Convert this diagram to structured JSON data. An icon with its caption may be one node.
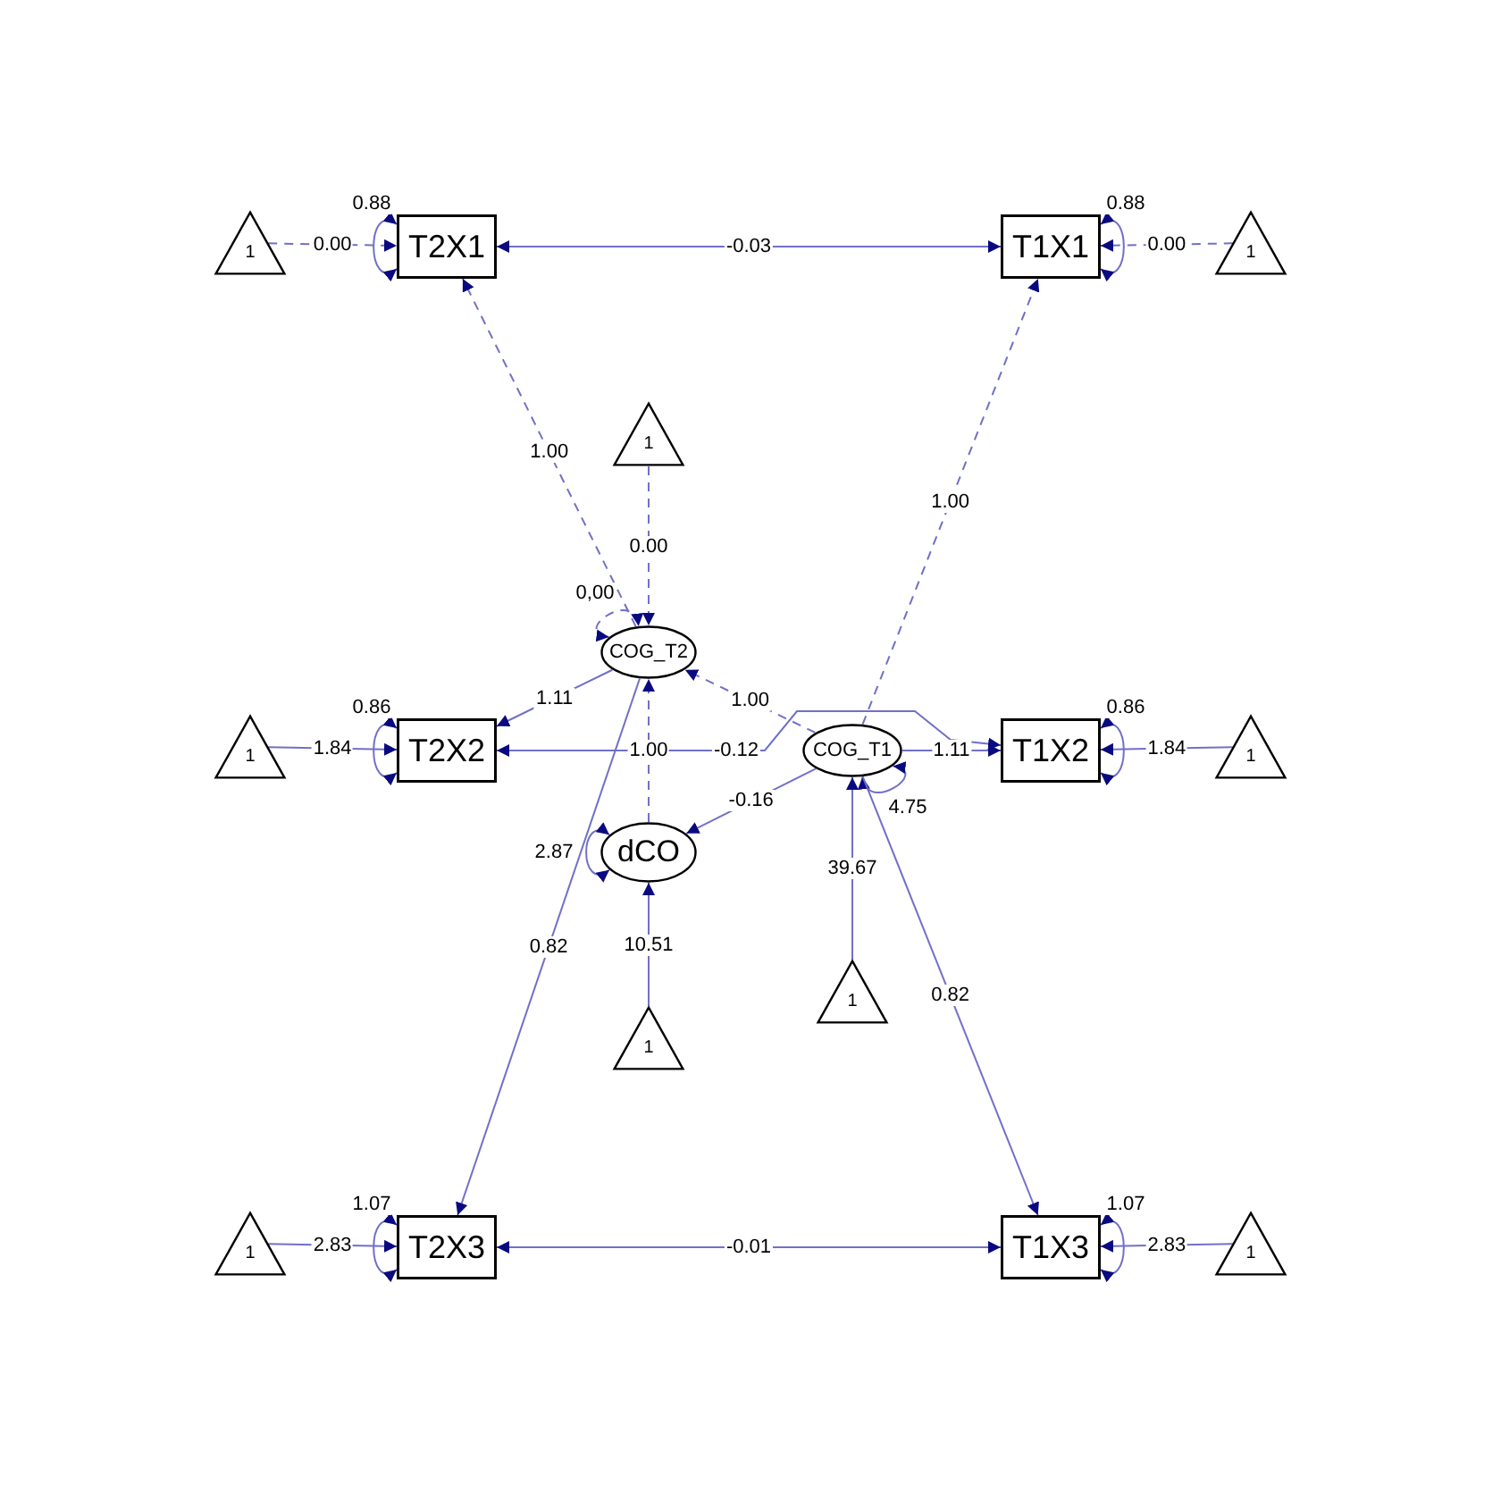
{
  "diagram": {
    "nodes": [
      {
        "text": [
          "1"
        ]
      },
      {
        "text": [
          "T2X1"
        ]
      },
      {
        "text": [
          "T1X1"
        ]
      },
      {
        "text": [
          "1"
        ]
      },
      {
        "text": [
          "1"
        ]
      },
      {
        "text": [
          "COG_T2"
        ]
      },
      {
        "text": [
          "1"
        ]
      },
      {
        "text": [
          "T2X2"
        ]
      },
      {
        "text": [
          "COG_T1"
        ]
      },
      {
        "text": [
          "T1X2"
        ]
      },
      {
        "text": [
          "1"
        ]
      },
      {
        "text": [
          "dCO"
        ]
      },
      {
        "text": [
          "1"
        ]
      },
      {
        "text": [
          "1"
        ]
      },
      {
        "text": [
          "1"
        ]
      },
      {
        "text": [
          "T2X3"
        ]
      },
      {
        "text": [
          "T1X3"
        ]
      },
      {
        "text": [
          "1"
        ]
      }
    ],
    "edges": [
      {
        "from": 0,
        "to": 1,
        "arrow": "to",
        "label": "0.00",
        "style": "dashed"
      },
      {
        "from": 1,
        "to": 1,
        "arrow": "both",
        "label": "0.88"
      },
      {
        "from": 1,
        "to": 2,
        "arrow": "both",
        "label": "-0.03"
      },
      {
        "from": 2,
        "to": 2,
        "arrow": "both",
        "label": "0.88"
      },
      {
        "from": 3,
        "to": 2,
        "arrow": "to",
        "label": "0.00",
        "style": "dashed"
      },
      {
        "from": 5,
        "to": 1,
        "arrow": "to",
        "label": "1.00",
        "style": "dashed"
      },
      {
        "from": 8,
        "to": 2,
        "arrow": "to",
        "label": "1.00",
        "style": "dashed"
      },
      {
        "from": 4,
        "to": 5,
        "arrow": "to",
        "label": "0.00",
        "style": "dashed"
      },
      {
        "from": 5,
        "to": 5,
        "arrow": "both",
        "label": "0,00",
        "style": "dashed"
      },
      {
        "from": 8,
        "to": 5,
        "arrow": "to",
        "label": "1.00",
        "style": "dashed"
      },
      {
        "from": 6,
        "to": 7,
        "arrow": "to",
        "label": "1.84"
      },
      {
        "from": 7,
        "to": 7,
        "arrow": "both",
        "label": "0.86"
      },
      {
        "from": 5,
        "to": 7,
        "arrow": "to",
        "label": "1.11"
      },
      {
        "from": 7,
        "to": 9,
        "arrow": "both",
        "label": "-0.12"
      },
      {
        "from": 11,
        "to": 5,
        "arrow": "to",
        "label": "1.00",
        "style": "dashed"
      },
      {
        "from": 8,
        "to": 9,
        "arrow": "to",
        "label": "1.11"
      },
      {
        "from": 9,
        "to": 9,
        "arrow": "both",
        "label": "0.86"
      },
      {
        "from": 10,
        "to": 9,
        "arrow": "to",
        "label": "1.84"
      },
      {
        "from": 8,
        "to": 11,
        "arrow": "to",
        "label": "-0.16"
      },
      {
        "from": 11,
        "to": 11,
        "arrow": "both",
        "label": "2.87"
      },
      {
        "from": 8,
        "to": 8,
        "arrow": "both",
        "label": "4.75"
      },
      {
        "from": 12,
        "to": 8,
        "arrow": "to",
        "label": "39.67"
      },
      {
        "from": 13,
        "to": 11,
        "arrow": "to",
        "label": "10.51"
      },
      {
        "from": 5,
        "to": 15,
        "arrow": "to",
        "label": "0.82"
      },
      {
        "from": 8,
        "to": 16,
        "arrow": "to",
        "label": "0.82"
      },
      {
        "from": 14,
        "to": 15,
        "arrow": "to",
        "label": "2.83"
      },
      {
        "from": 15,
        "to": 15,
        "arrow": "both",
        "label": "1.07"
      },
      {
        "from": 15,
        "to": 16,
        "arrow": "both",
        "label": "-0.01"
      },
      {
        "from": 16,
        "to": 16,
        "arrow": "both",
        "label": "1.07"
      },
      {
        "from": 17,
        "to": 16,
        "arrow": "to",
        "label": "2.83"
      }
    ]
  }
}
